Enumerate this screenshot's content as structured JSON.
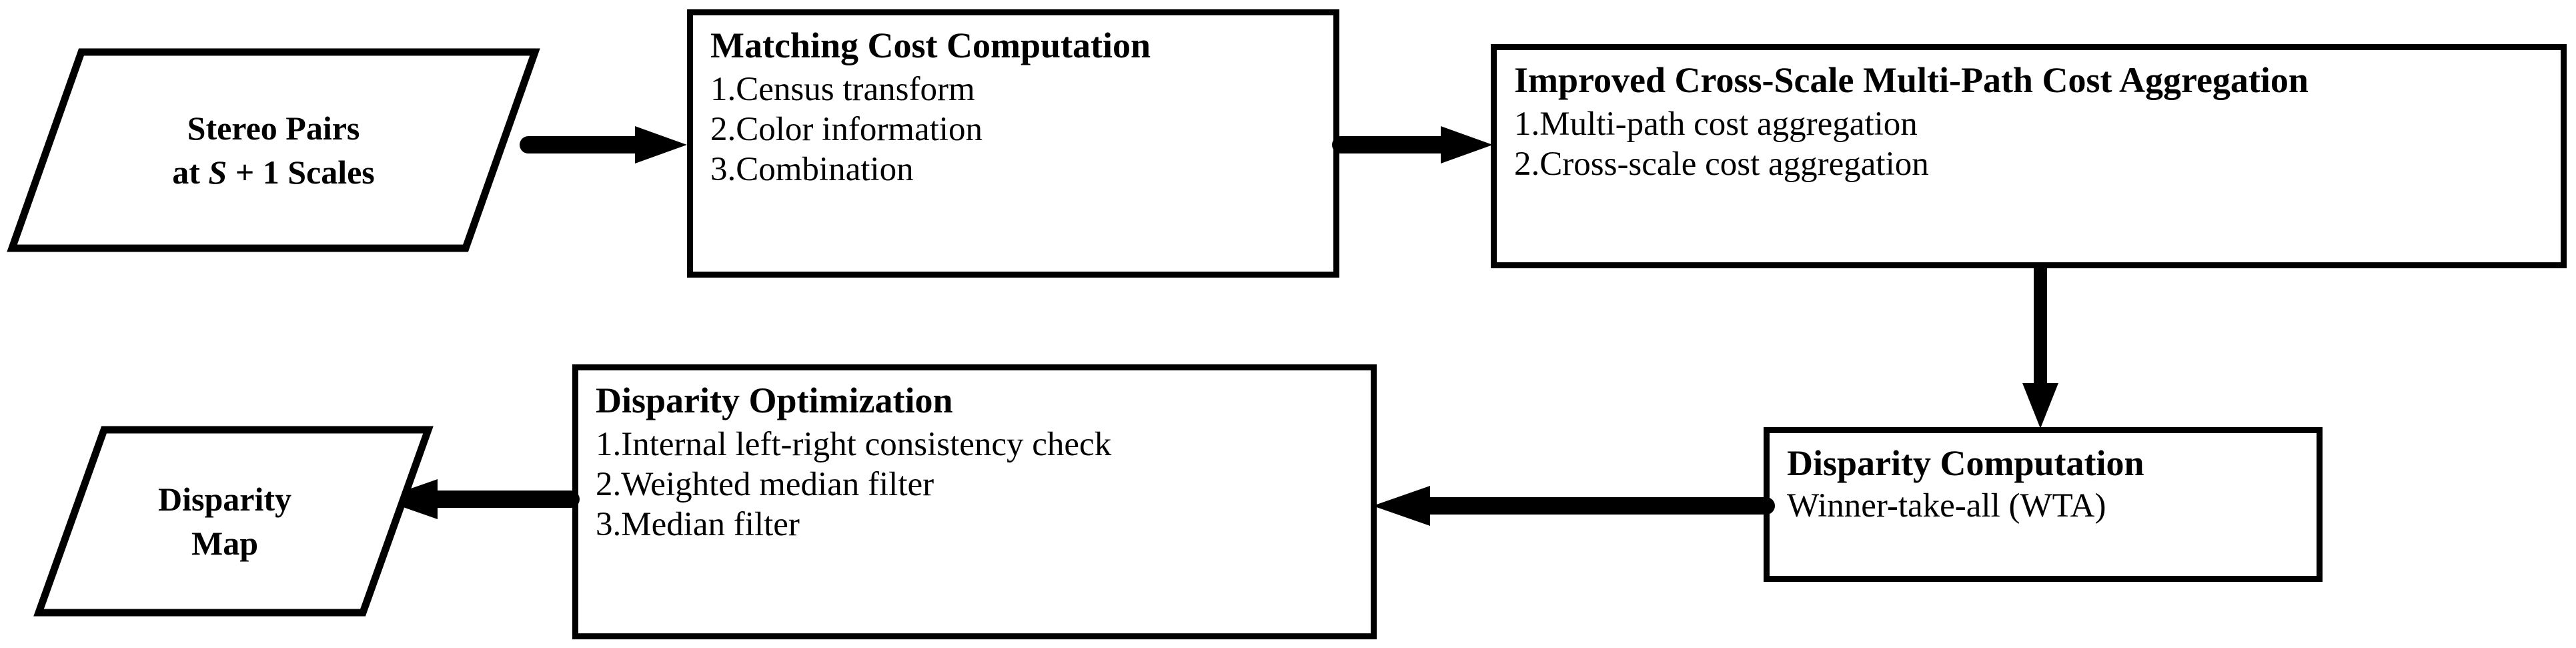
{
  "diagram": {
    "title": "Stereo matching algorithm pipeline flowchart",
    "stroke_color": "#000000",
    "background_color": "#ffffff"
  },
  "nodes": {
    "stereo_pairs": {
      "shape": "parallelogram",
      "line1": "Stereo Pairs",
      "line2_prefix": "at ",
      "line2_var": "S",
      "line2_suffix": " + 1 Scales"
    },
    "matching_cost": {
      "shape": "rectangle",
      "title": "Matching Cost Computation",
      "items": [
        "1.Census transform",
        "2.Color information",
        "3.Combination"
      ]
    },
    "cost_aggregation": {
      "shape": "rectangle",
      "title": "Improved Cross-Scale Multi-Path Cost Aggregation",
      "items": [
        "1.Multi-path cost aggregation",
        "2.Cross-scale cost aggregation"
      ]
    },
    "disparity_computation": {
      "shape": "rectangle",
      "title": "Disparity Computation",
      "items": [
        "Winner-take-all (WTA)"
      ]
    },
    "disparity_optimization": {
      "shape": "rectangle",
      "title": "Disparity Optimization",
      "items": [
        "1.Internal left-right consistency check",
        "2.Weighted median filter",
        "3.Median filter"
      ]
    },
    "disparity_map": {
      "shape": "parallelogram",
      "line1": "Disparity",
      "line2": "Map"
    }
  },
  "connectors": [
    {
      "name": "arrow-stereo-to-matching",
      "from": "stereo_pairs",
      "to": "matching_cost",
      "direction": "right"
    },
    {
      "name": "arrow-matching-to-aggregation",
      "from": "matching_cost",
      "to": "cost_aggregation",
      "direction": "right"
    },
    {
      "name": "arrow-aggregation-to-computation",
      "from": "cost_aggregation",
      "to": "disparity_computation",
      "direction": "down"
    },
    {
      "name": "arrow-computation-to-optimization",
      "from": "disparity_computation",
      "to": "disparity_optimization",
      "direction": "left"
    },
    {
      "name": "arrow-optimization-to-map",
      "from": "disparity_optimization",
      "to": "disparity_map",
      "direction": "left"
    }
  ]
}
